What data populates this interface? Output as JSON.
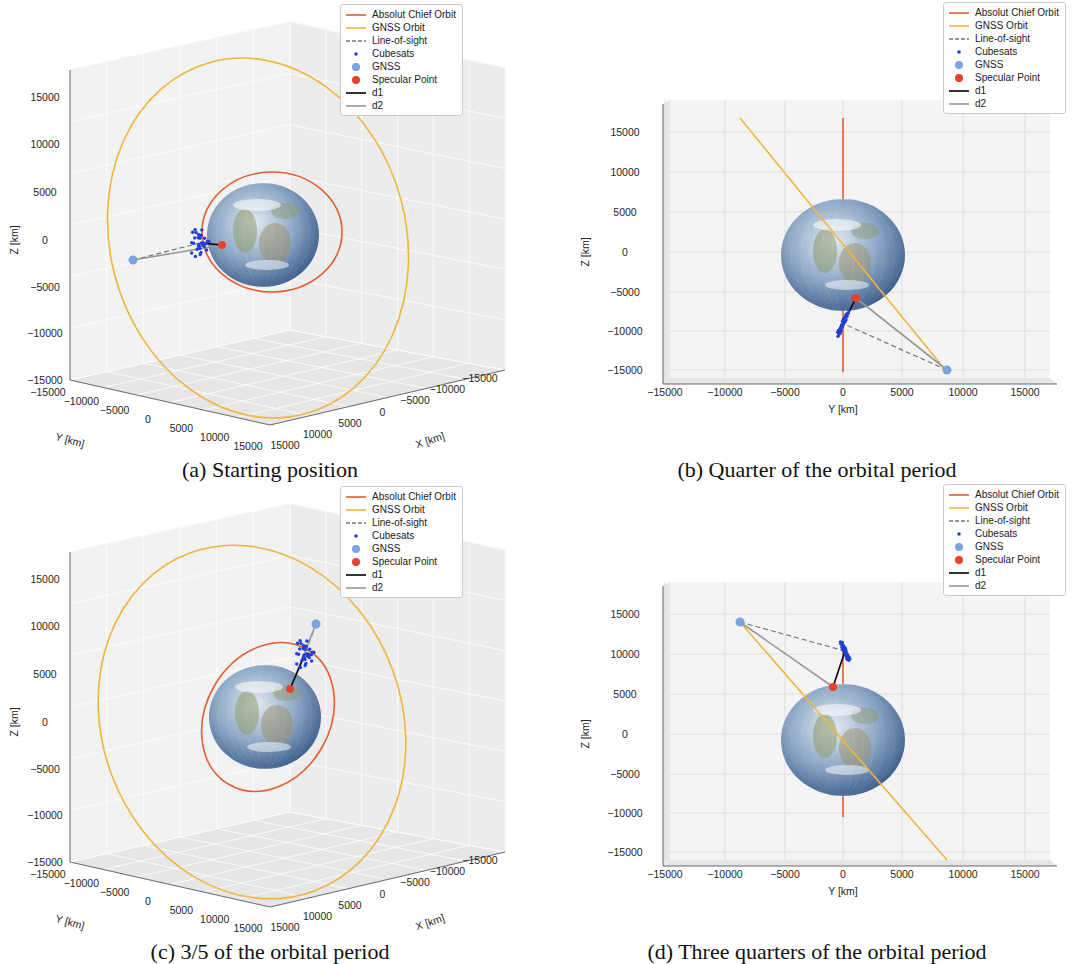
{
  "diagram": {
    "labels": [
      "15000",
      "10000",
      "5000",
      "0",
      "−5000",
      "−10000",
      "−15000",
      "Z [km]",
      "−15000",
      "−10000",
      "−5000",
      "0",
      "5000",
      "10000",
      "15000",
      "Y [km]",
      "15000",
      "10000",
      "5000",
      "0",
      "−5000",
      "−10000",
      "−15000",
      "X [km]",
      "(a) Starting position",
      "15000",
      "10000",
      "5000",
      "0",
      "−5000",
      "−10000",
      "−15000",
      "Z [km]",
      "−15000",
      "−10000",
      "−5000",
      "0",
      "5000",
      "10000",
      "15000",
      "Y [km]",
      "(b) Quarter of the orbital period",
      "15000",
      "10000",
      "5000",
      "0",
      "−5000",
      "−10000",
      "−15000",
      "Z [km]",
      "−15000",
      "−10000",
      "−5000",
      "0",
      "5000",
      "10000",
      "15000",
      "Y [km]",
      "15000",
      "10000",
      "5000",
      "0",
      "−5000",
      "−10000",
      "−15000",
      "X [km]",
      "(c) 3/5 of the orbital period",
      "15000",
      "10000",
      "5000",
      "0",
      "−5000",
      "−10000",
      "−15000",
      "Z [km]",
      "−15000",
      "−10000",
      "−5000",
      "0",
      "5000",
      "10000",
      "15000",
      "Y [km]",
      "(d) Three quarters of the orbital period"
    ],
    "legend": [
      {
        "text": "Absolut Chief Orbit"
      },
      {
        "text": "GNSS Orbit"
      },
      {
        "text": "Line-of-sight"
      },
      {
        "text": "Cubesats"
      },
      {
        "text": "GNSS"
      },
      {
        "text": "Specular Point"
      },
      {
        "text": "d1"
      },
      {
        "text": "d2"
      },
      {
        "text": "Absolut Chief Orbit"
      },
      {
        "text": "GNSS Orbit"
      },
      {
        "text": "Line-of-sight"
      },
      {
        "text": "Cubesats"
      },
      {
        "text": "GNSS"
      },
      {
        "text": "Specular Point"
      },
      {
        "text": "d1"
      },
      {
        "text": "d2"
      },
      {
        "text": "Absolut Chief Orbit"
      },
      {
        "text": "GNSS Orbit"
      },
      {
        "text": "Line-of-sight"
      },
      {
        "text": "Cubesats"
      },
      {
        "text": "GNSS"
      },
      {
        "text": "Specular Point"
      },
      {
        "text": "d1"
      },
      {
        "text": "d2"
      },
      {
        "text": "Absolut Chief Orbit"
      },
      {
        "text": "GNSS Orbit"
      },
      {
        "text": "Line-of-sight"
      },
      {
        "text": "Cubesats"
      },
      {
        "text": "GNSS"
      },
      {
        "text": "Specular Point"
      },
      {
        "text": "d1"
      },
      {
        "text": "d2"
      }
    ]
  }
}
